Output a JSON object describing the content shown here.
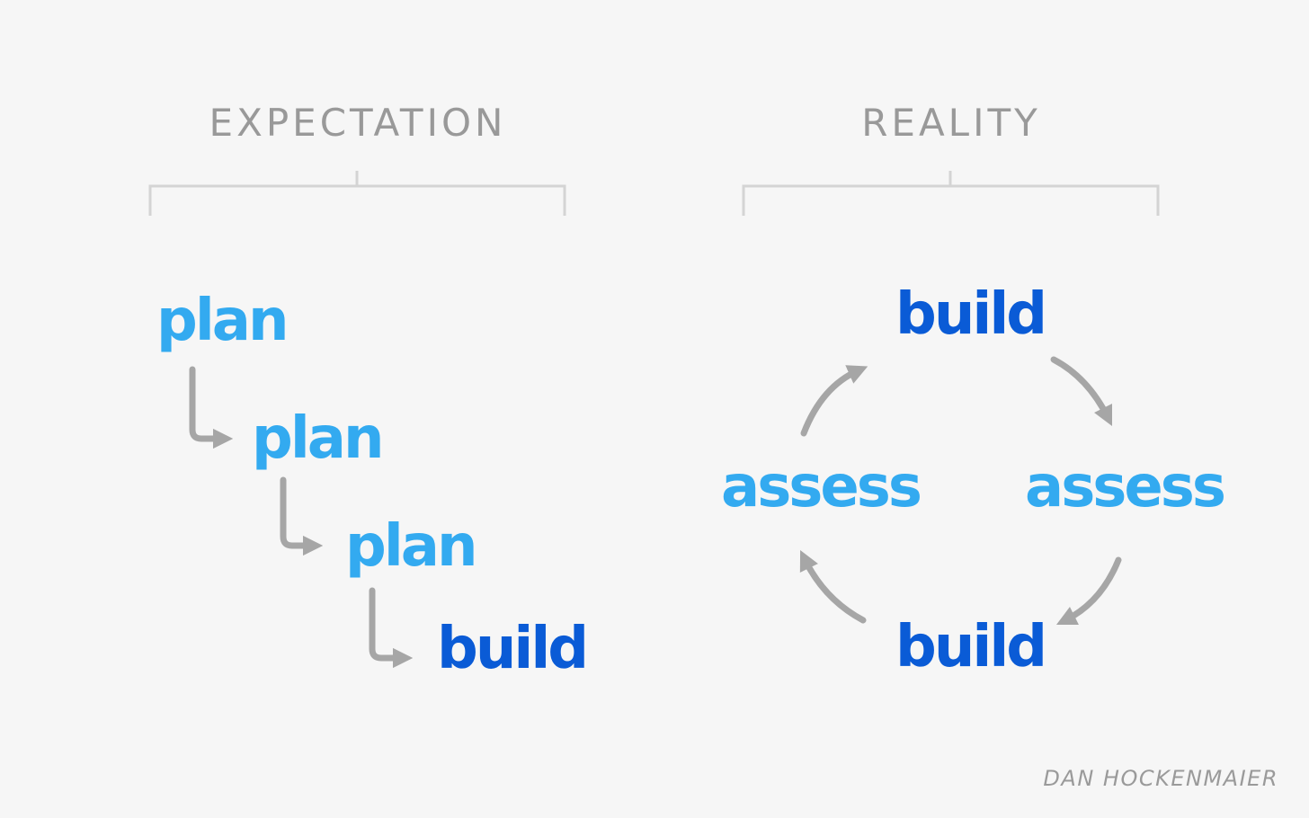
{
  "expectation": {
    "heading": "EXPECTATION",
    "steps": [
      "plan",
      "plan",
      "plan",
      "build"
    ]
  },
  "reality": {
    "heading": "REALITY",
    "cycle": {
      "top": "build",
      "right": "assess",
      "bottom": "build",
      "left": "assess"
    }
  },
  "credit": "DAN HOCKENMAIER",
  "colors": {
    "background": "#f6f6f6",
    "plan_assess": "#33aaf0",
    "build": "#0a5bd6",
    "arrows": "#a6a6a6",
    "bracket": "#d4d4d4",
    "heading": "#999999"
  },
  "icons": [
    "step-arrow-icon",
    "cycle-arrow-icon"
  ]
}
